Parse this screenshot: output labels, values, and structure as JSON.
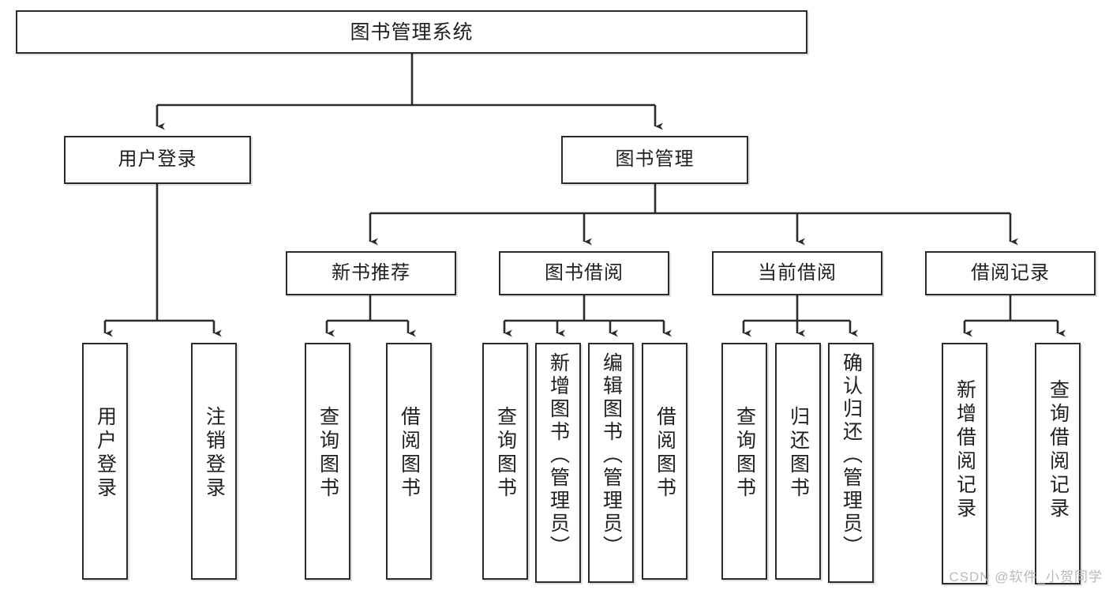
{
  "diagram": {
    "type": "tree",
    "title": "图书管理系统",
    "root": {
      "id": "root",
      "label": "图书管理系统"
    },
    "level2": [
      {
        "id": "user-login",
        "label": "用户登录"
      },
      {
        "id": "book-manage",
        "label": "图书管理"
      }
    ],
    "level3": [
      {
        "id": "new-book-recommend",
        "label": "新书推荐",
        "parent": "book-manage"
      },
      {
        "id": "book-borrow",
        "label": "图书借阅",
        "parent": "book-manage"
      },
      {
        "id": "current-borrow",
        "label": "当前借阅",
        "parent": "book-manage"
      },
      {
        "id": "borrow-record",
        "label": "借阅记录",
        "parent": "book-manage"
      }
    ],
    "leaves": [
      {
        "id": "leaf-user-login",
        "label": "用户登录",
        "parent": "user-login"
      },
      {
        "id": "leaf-user-logout",
        "label": "注销登录",
        "parent": "user-login"
      },
      {
        "id": "leaf-query-book-1",
        "label": "查询图书",
        "parent": "new-book-recommend"
      },
      {
        "id": "leaf-borrow-book-1",
        "label": "借阅图书",
        "parent": "new-book-recommend"
      },
      {
        "id": "leaf-query-book-2",
        "label": "查询图书",
        "parent": "book-borrow"
      },
      {
        "id": "leaf-add-book",
        "label": "新增图书（管理员）",
        "parent": "book-borrow"
      },
      {
        "id": "leaf-edit-book",
        "label": "编辑图书（管理员）",
        "parent": "book-borrow"
      },
      {
        "id": "leaf-borrow-book-2",
        "label": "借阅图书",
        "parent": "book-borrow"
      },
      {
        "id": "leaf-query-book-3",
        "label": "查询图书",
        "parent": "current-borrow"
      },
      {
        "id": "leaf-return-book",
        "label": "归还图书",
        "parent": "current-borrow"
      },
      {
        "id": "leaf-confirm-return",
        "label": "确认归还（管理员）",
        "parent": "current-borrow"
      },
      {
        "id": "leaf-add-record",
        "label": "新增借阅记录",
        "parent": "borrow-record"
      },
      {
        "id": "leaf-query-record",
        "label": "查询借阅记录",
        "parent": "borrow-record"
      }
    ],
    "colors": {
      "box_border": "#2b2b2b",
      "box_fill": "#ffffff",
      "line": "#2b2b2b",
      "text": "#1f1f1f",
      "watermark": "#b9b9b9"
    }
  },
  "watermark": {
    "text": "CSDN @软件_小贺同学"
  }
}
